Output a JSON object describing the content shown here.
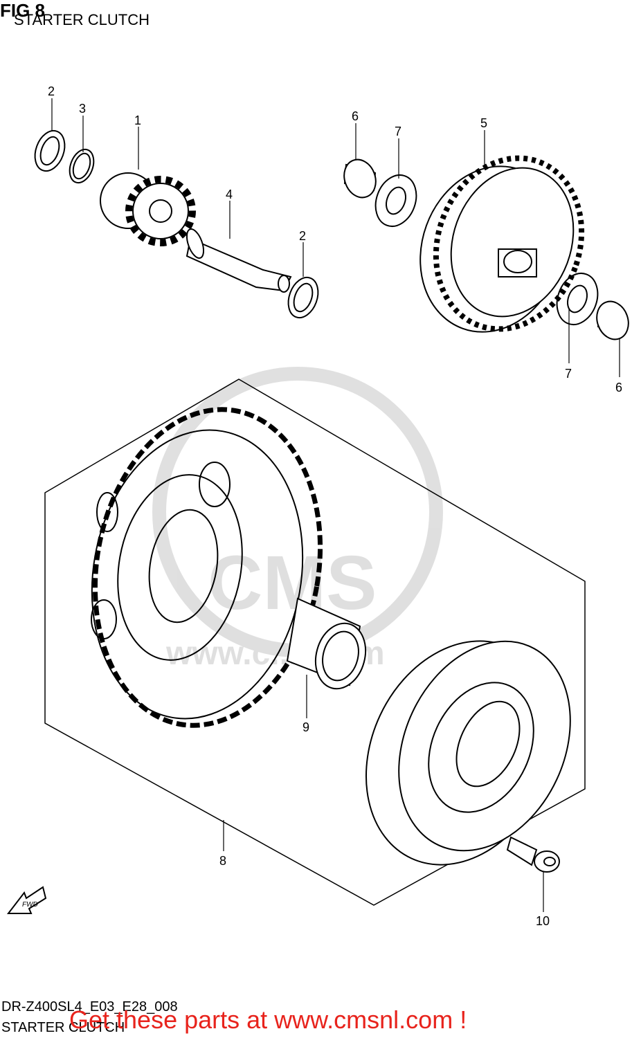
{
  "header": {
    "fig": "FIG 8",
    "subtitle": "STARTER CLUTCH"
  },
  "footer": {
    "code": "DR-Z400SL4_E03_E28_008",
    "subtitle": "STARTER CLUTCH",
    "banner": "Get these parts at www.cmsnl.com !"
  },
  "watermark": {
    "text": "CMS",
    "url_fragment": "www.c...l.com"
  },
  "fwd_arrow": {
    "label": "FWD"
  },
  "part_labels": {
    "p1": "1",
    "p2a": "2",
    "p2b": "2",
    "p3": "3",
    "p4": "4",
    "p5": "5",
    "p6a": "6",
    "p6b": "6",
    "p7a": "7",
    "p7b": "7",
    "p8": "8",
    "p9": "9",
    "p10": "10"
  }
}
